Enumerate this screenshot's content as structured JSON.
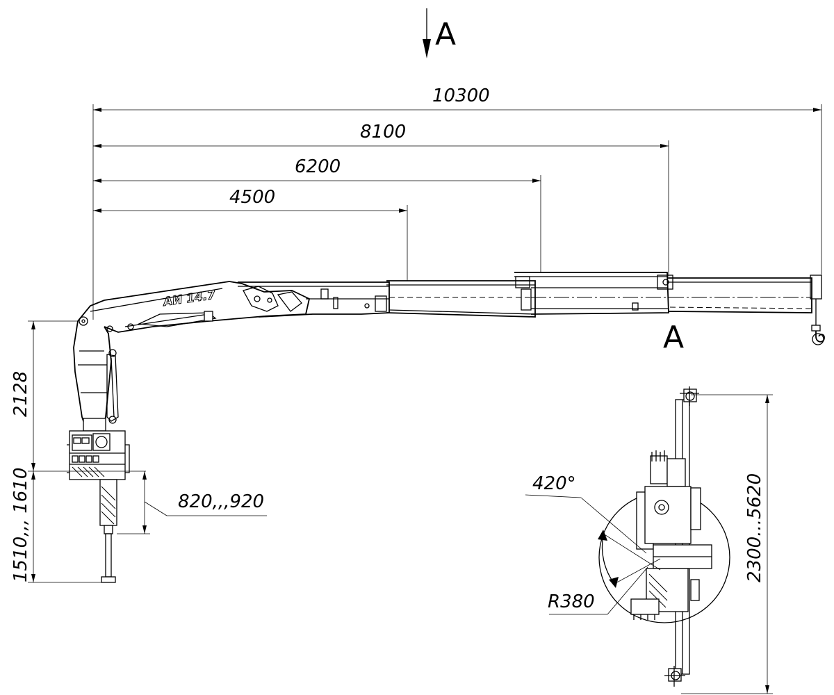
{
  "view": {
    "section_label_top": "A",
    "section_label_bottom": "A"
  },
  "crane": {
    "brand_label": "АИ 14.7"
  },
  "dimensions": {
    "reach_10300": "10300",
    "reach_8100": "8100",
    "reach_6200": "6200",
    "reach_4500": "4500",
    "height_2128": "2128",
    "height_1510_1610": "1510,,, 1610",
    "outrigger_820_920": "820,,,920",
    "slew_angle": "420°",
    "slew_radius": "R380",
    "outrigger_span": "2300...5620"
  }
}
